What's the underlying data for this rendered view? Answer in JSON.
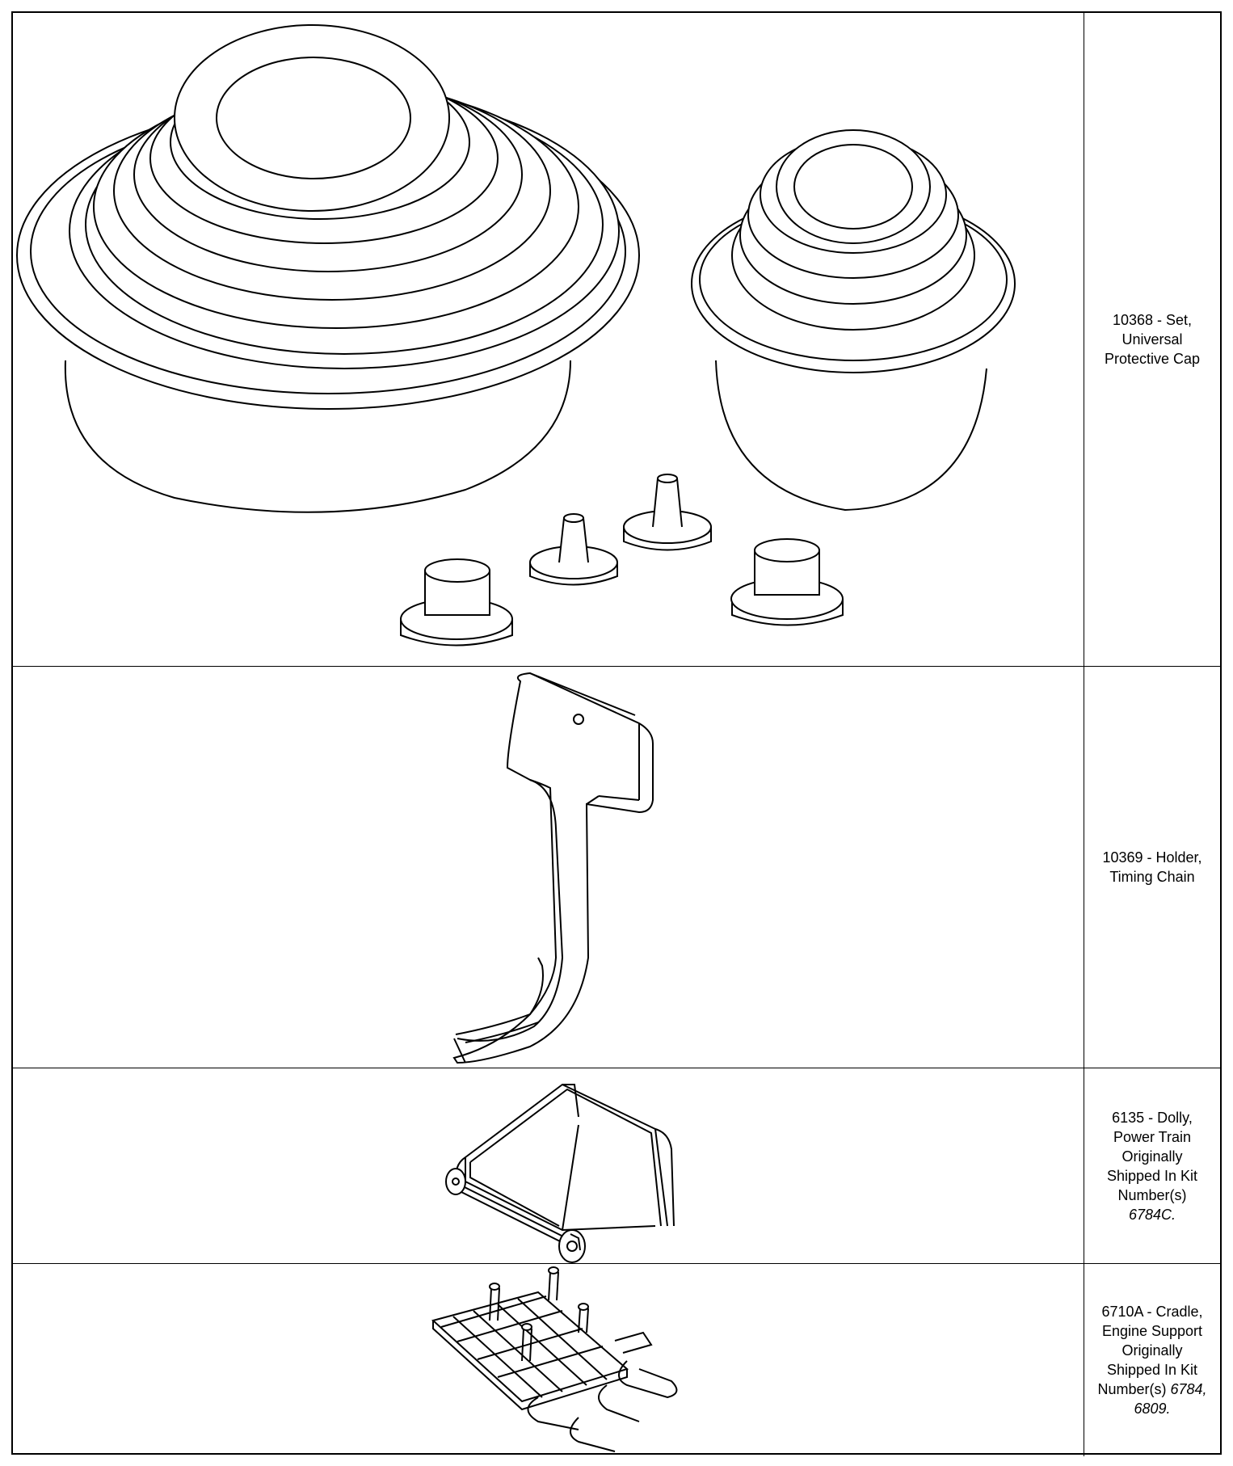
{
  "rows": [
    {
      "illustration": "protective-cap-set-illustration",
      "lines": [
        "10368 - Set,",
        "Universal",
        "Protective Cap"
      ]
    },
    {
      "illustration": "timing-chain-holder-illustration",
      "lines": [
        "10369 - Holder,",
        "Timing Chain"
      ]
    },
    {
      "illustration": "power-train-dolly-illustration",
      "lines": [
        "6135 - Dolly,",
        "Power Train",
        "Originally",
        "Shipped In Kit",
        "Number(s)"
      ],
      "kit_numbers": "6784C."
    },
    {
      "illustration": "engine-support-cradle-illustration",
      "lines": [
        "6710A - Cradle,",
        "Engine Support",
        "Originally",
        "Shipped In Kit"
      ],
      "kit_prefix": "Number(s)",
      "kit_numbers_1": "6784,",
      "kit_numbers_2": "6809."
    }
  ]
}
